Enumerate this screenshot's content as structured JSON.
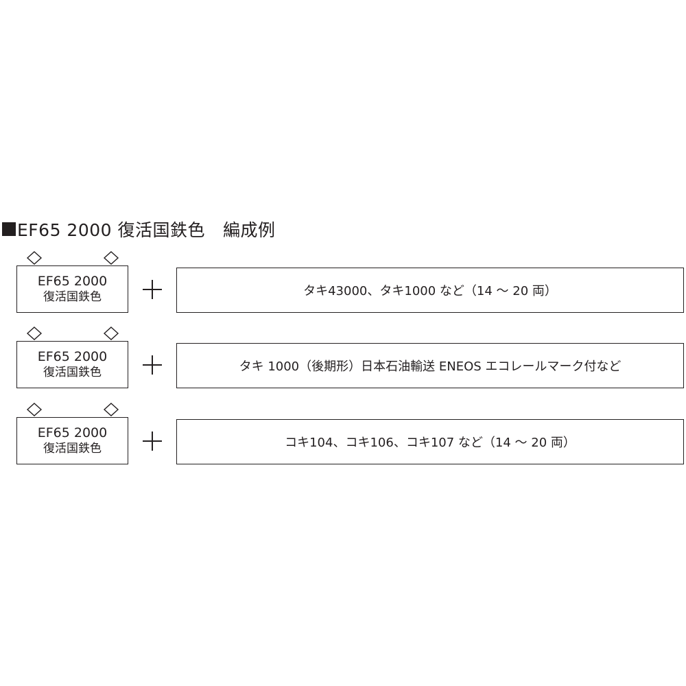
{
  "title": {
    "main": "EF65 2000 復活国鉄色",
    "sub": "編成例"
  },
  "rows": [
    {
      "loco": {
        "line1": "EF65 2000",
        "line2": "復活国鉄色"
      },
      "cars": "タキ43000、タキ1000 など（14 〜 20 両）"
    },
    {
      "loco": {
        "line1": "EF65 2000",
        "line2": "復活国鉄色"
      },
      "cars": "タキ 1000（後期形）日本石油輸送 ENEOS エコレールマーク付など"
    },
    {
      "loco": {
        "line1": "EF65 2000",
        "line2": "復活国鉄色"
      },
      "cars": "コキ104、コキ106、コキ107 など（14 〜 20 両）"
    }
  ],
  "icons": {
    "bullet": "black-square-icon",
    "pantograph": "pantograph-icon",
    "plus": "plus-icon"
  },
  "colors": {
    "ink": "#231f20",
    "background": "#ffffff"
  }
}
